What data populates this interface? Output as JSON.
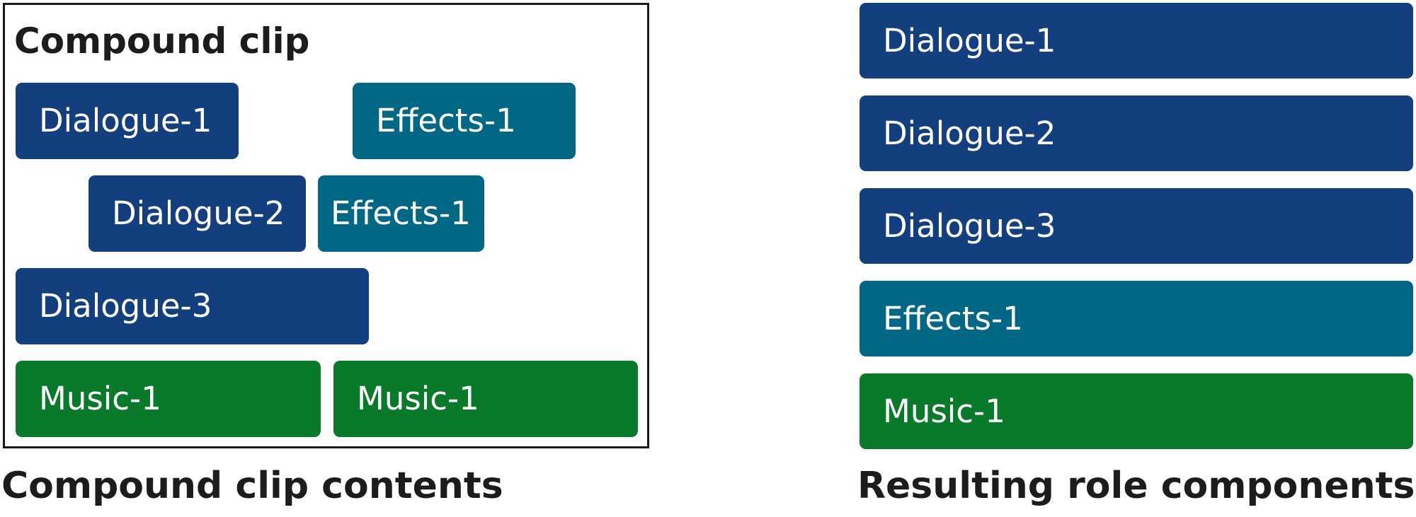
{
  "colors": {
    "dialogue": "#143f7f",
    "effects": "#006784",
    "music": "#087a2a"
  },
  "compound_box": {
    "title": "Compound clip",
    "clips": [
      {
        "label": "Dialogue-1",
        "role": "dialogue"
      },
      {
        "label": "Effects-1",
        "role": "effects"
      },
      {
        "label": "Dialogue-2",
        "role": "dialogue"
      },
      {
        "label": "Effects-1",
        "role": "effects"
      },
      {
        "label": "Dialogue-3",
        "role": "dialogue"
      },
      {
        "label": "Music-1",
        "role": "music"
      },
      {
        "label": "Music-1",
        "role": "music"
      }
    ]
  },
  "role_components": [
    {
      "label": "Dialogue-1",
      "role": "dialogue"
    },
    {
      "label": "Dialogue-2",
      "role": "dialogue"
    },
    {
      "label": "Dialogue-3",
      "role": "dialogue"
    },
    {
      "label": "Effects-1",
      "role": "effects"
    },
    {
      "label": "Music-1",
      "role": "music"
    }
  ],
  "captions": {
    "left": "Compound clip contents",
    "right": "Resulting role components"
  }
}
